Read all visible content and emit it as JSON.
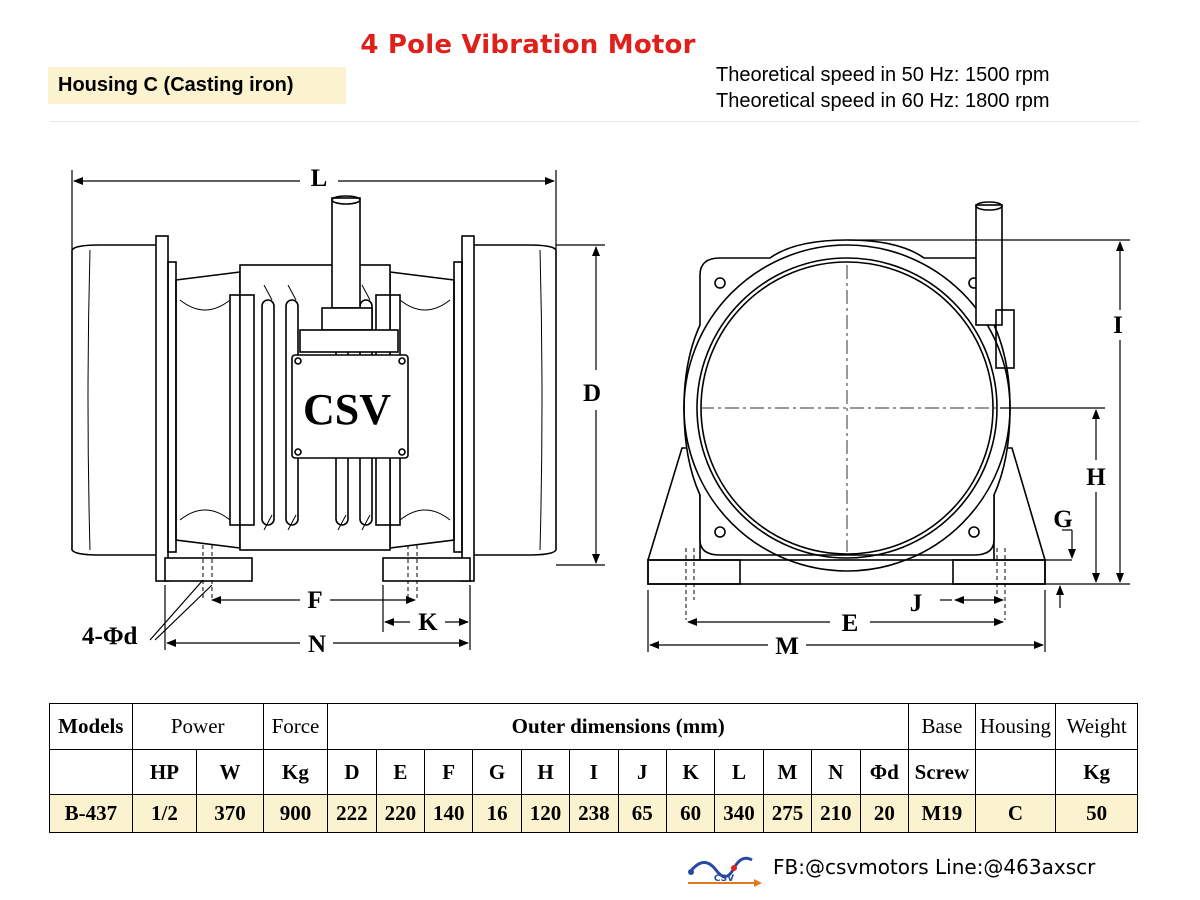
{
  "title": "4 Pole Vibration Motor",
  "housing_badge": "Housing C (Casting iron)",
  "speeds": [
    {
      "label": "Theoretical speed in 50 Hz:",
      "value": "1500 rpm"
    },
    {
      "label": "Theoretical speed in 60 Hz:",
      "value": "1800 rpm"
    }
  ],
  "drawing": {
    "brand_mark": "CSV",
    "side_view_labels": {
      "L": "L",
      "D": "D",
      "F": "F",
      "K": "K",
      "N": "N",
      "hole": "4-Φd"
    },
    "front_view_labels": {
      "I": "I",
      "H": "H",
      "G": "G",
      "J": "J",
      "E": "E",
      "M": "M"
    }
  },
  "table": {
    "header_row1": {
      "models": "Models",
      "power": "Power",
      "force": "Force",
      "outer": "Outer dimensions (mm)",
      "base": "Base",
      "housing": "Housing",
      "weight": "Weight"
    },
    "header_row2": [
      "",
      "HP",
      "W",
      "Kg",
      "D",
      "E",
      "F",
      "G",
      "H",
      "I",
      "J",
      "K",
      "L",
      "M",
      "N",
      "Φd",
      "Screw",
      "",
      "Kg"
    ],
    "data_row": [
      "B-437",
      "1/2",
      "370",
      "900",
      "222",
      "220",
      "140",
      "16",
      "120",
      "238",
      "65",
      "60",
      "340",
      "275",
      "210",
      "20",
      "M19",
      "C",
      "50"
    ]
  },
  "footer": {
    "logo_text": "CSV",
    "contact": "FB:@csvmotors  Line:@463axscr"
  }
}
